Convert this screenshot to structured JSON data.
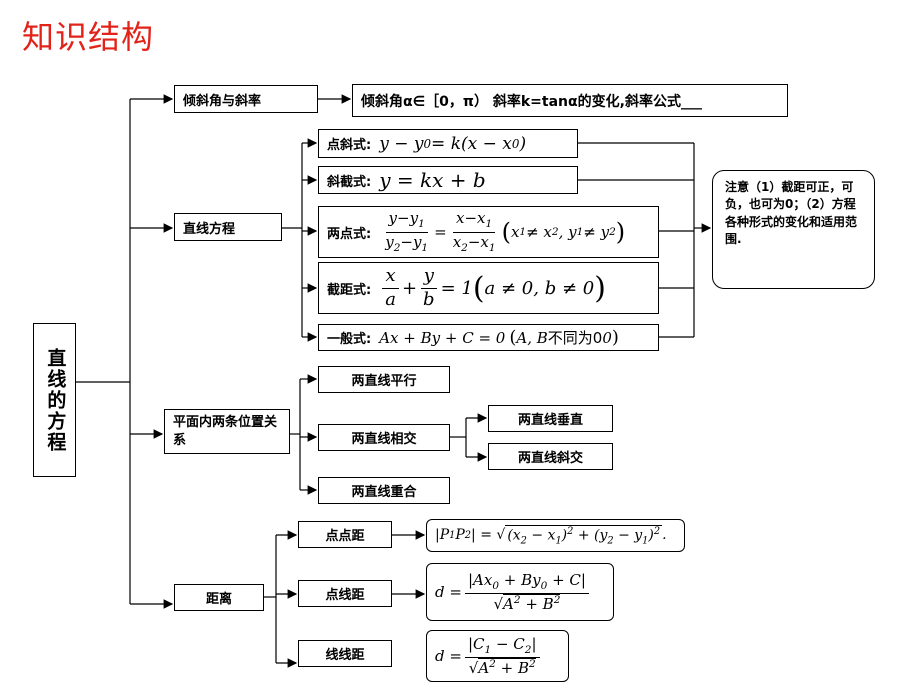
{
  "title": "知识结构",
  "root": "直线的方程",
  "branch1": {
    "label": "倾斜角与斜率",
    "detail": "倾斜角α∈［0，π） 斜率k=tanα的变化,斜率公式___"
  },
  "branch2": {
    "label": "直线方程",
    "forms": {
      "point_slope": {
        "label": "点斜式:"
      },
      "slope_intercept": {
        "label": "斜截式:"
      },
      "two_point": {
        "label": "两点式:"
      },
      "intercept": {
        "label": "截距式:"
      },
      "general": {
        "label": "一般式:",
        "note": "不同为0"
      }
    },
    "note": "注意（1）截距可正，可负，也可为0；（2）方程各种形式的变化和适用范围."
  },
  "branch3": {
    "label": "平面内两条位置关系",
    "parallel": "两直线平行",
    "intersect": "两直线相交",
    "perpendicular": "两直线垂直",
    "oblique": "两直线斜交",
    "coincide": "两直线重合"
  },
  "branch4": {
    "label": "距离",
    "point_point": "点点距",
    "point_line": "点线距",
    "line_line": "线线距"
  }
}
